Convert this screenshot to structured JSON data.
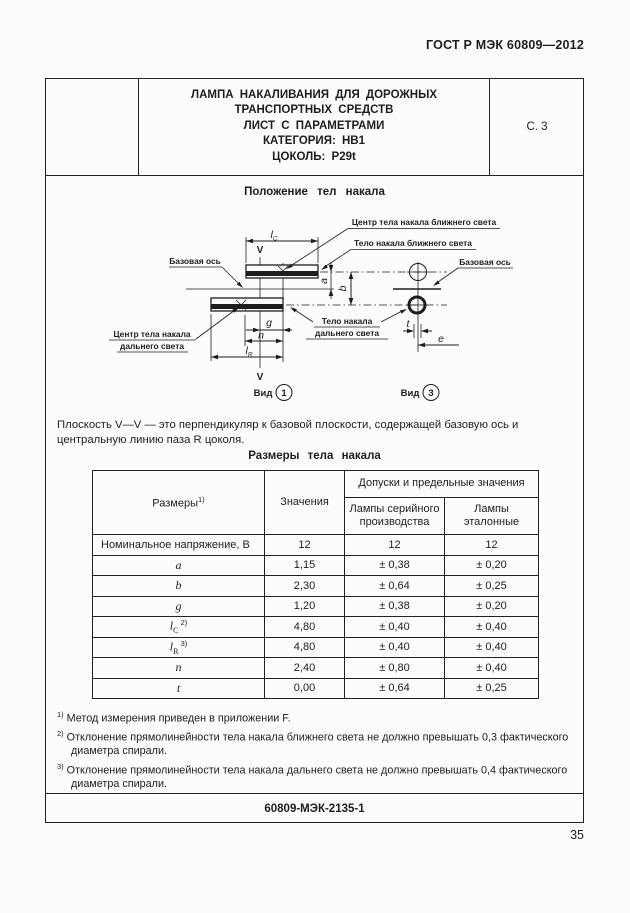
{
  "colors": {
    "ink": "#1d1d1d",
    "paper": "#fbfbfb"
  },
  "doc_header": "ГОСТ Р МЭК 60809—2012",
  "page_number": "35",
  "footer_code": "60809-МЭК-2135-1",
  "title_block": {
    "lines": [
      "ЛАМПА НАКАЛИВАНИЯ ДЛЯ ДОРОЖНЫХ",
      "ТРАНСПОРТНЫХ СРЕДСТВ",
      "ЛИСТ С ПАРАМЕТРАМИ",
      "КАТЕГОРИЯ: HB1",
      "ЦОКОЛЬ: P29t"
    ],
    "sheet_ref": "С. 3"
  },
  "section_title": "Положение тел накала",
  "diagram": {
    "view1_label": "Вид",
    "view1_number": "1",
    "view3_label": "Вид",
    "view3_number": "3",
    "plane_mark_top": "V",
    "plane_mark_bottom": "V",
    "labels": {
      "base_axis_left": "Базовая ось",
      "base_axis_right": "Базовая ось",
      "center_low_beam": "Центр тела накала ближнего света",
      "body_low_beam": "Тело накала ближнего света",
      "center_high_beam_line1": "Центр тела накала",
      "center_high_beam_line2": "дальнего света",
      "body_high_beam_line1": "Тело накала",
      "body_high_beam_line2": "дальнего света"
    },
    "dims": {
      "lc_main": "l",
      "lc_sub": "C",
      "lr_main": "l",
      "lr_sub": "R",
      "g": "g",
      "n": "n",
      "a": "а",
      "b": "b",
      "t": "t",
      "e": "е"
    }
  },
  "plane_note": "Плоскость V—V — это перпендикуляр к базовой плоскости, содержащей базовую ось и центральную линию паза R цоколя.",
  "table": {
    "title": "Размеры тела накала",
    "headers": {
      "dimensions": "Размеры",
      "dimensions_sup": "1)",
      "values": "Значения",
      "tolerances_group": "Допуски и предельные значения",
      "serial_lamps": "Лампы серийного производства",
      "reference_lamps": "Лампы эталонные"
    },
    "rows": [
      {
        "dim": "Номинальное напряжение, В",
        "val": "12",
        "serial": "12",
        "ref": "12"
      },
      {
        "dim": "а",
        "val": "1,15",
        "serial": "± 0,38",
        "ref": "± 0,20"
      },
      {
        "dim": "b",
        "val": "2,30",
        "serial": "± 0,64",
        "ref": "± 0,25"
      },
      {
        "dim": "g",
        "val": "1,20",
        "serial": "± 0,38",
        "ref": "± 0,20"
      },
      {
        "dim": "l",
        "dim_sub": "C",
        "dim_sup": "2)",
        "val": "4,80",
        "serial": "± 0,40",
        "ref": "± 0,40"
      },
      {
        "dim": "l",
        "dim_sub": "R",
        "dim_sup": "3)",
        "val": "4,80",
        "serial": "± 0,40",
        "ref": "± 0,40"
      },
      {
        "dim": "n",
        "val": "2,40",
        "serial": "± 0,80",
        "ref": "± 0,40"
      },
      {
        "dim": "t",
        "val": "0,00",
        "serial": "± 0,64",
        "ref": "± 0,25"
      }
    ]
  },
  "footnotes": [
    {
      "marker": "1)",
      "text": "Метод измерения приведен в приложении F."
    },
    {
      "marker": "2)",
      "text": "Отклонение прямолинейности тела накала ближнего света не должно превышать 0,3 фактического диаметра спирали."
    },
    {
      "marker": "3)",
      "text": "Отклонение прямолинейности тела накала дальнего света не должно превышать 0,4 фактического диаметра спирали."
    }
  ]
}
